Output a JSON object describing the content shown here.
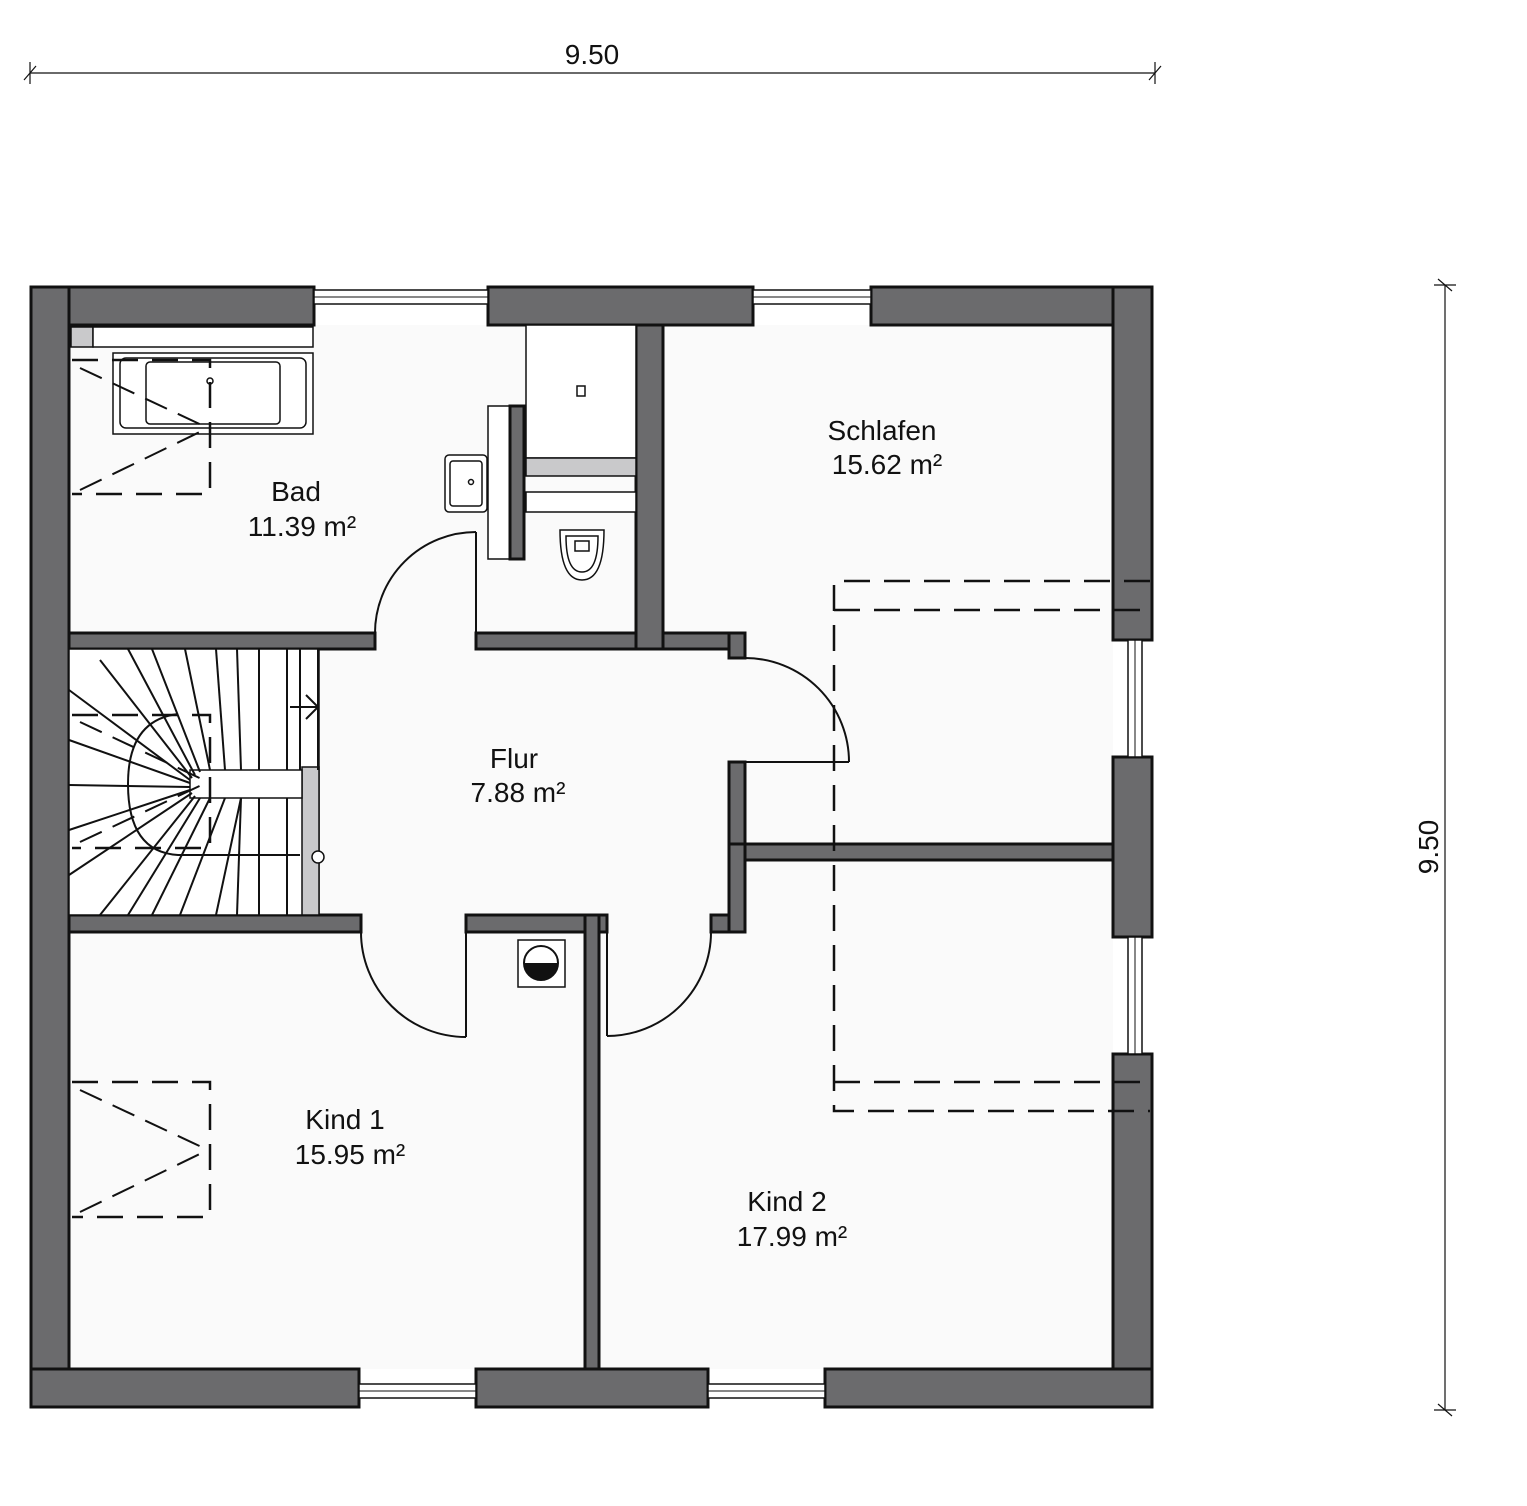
{
  "dimensions": {
    "width_label": "9.50",
    "height_label": "9.50"
  },
  "rooms": [
    {
      "name": "Bad",
      "area": "11.39 m²"
    },
    {
      "name": "Schlafen",
      "area": "15.62 m²"
    },
    {
      "name": "Flur",
      "area": "7.88 m²"
    },
    {
      "name": "Kind 1",
      "area": "15.95 m²"
    },
    {
      "name": "Kind 2",
      "area": "17.99 m²"
    }
  ],
  "colors": {
    "wall": "#6b6b6d",
    "line": "#111111",
    "background": "#ffffff"
  }
}
